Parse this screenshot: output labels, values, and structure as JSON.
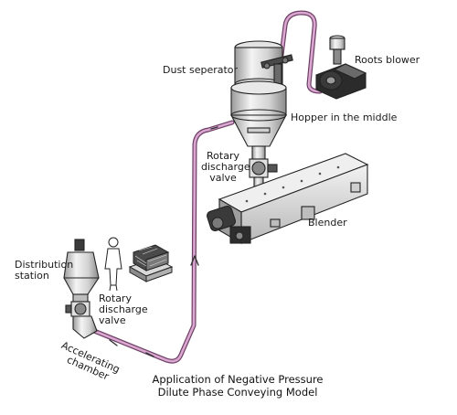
{
  "colors": {
    "pipe": "#c28ab8",
    "pipe_edge": "#6e3f66",
    "line": "#222222",
    "metal_light": "#ececec",
    "metal_mid": "#bdbdbd",
    "metal_dark": "#5a5a5a"
  },
  "labels": {
    "dust_separator": "Dust seperator",
    "roots_blower": "Roots blower",
    "hopper": "Hopper in the middle",
    "rotary_valve_top": [
      "Rotary",
      "discharge",
      "valve"
    ],
    "blender": "Blender",
    "distribution_station": [
      "Distribution",
      "station"
    ],
    "rotary_valve_bottom": [
      "Rotary",
      "discharge",
      "valve"
    ],
    "accelerating_chamber": [
      "Accelerating",
      "chamber"
    ]
  },
  "caption": [
    "Application of Negative Pressure",
    "Dilute Phase Conveying Model"
  ]
}
